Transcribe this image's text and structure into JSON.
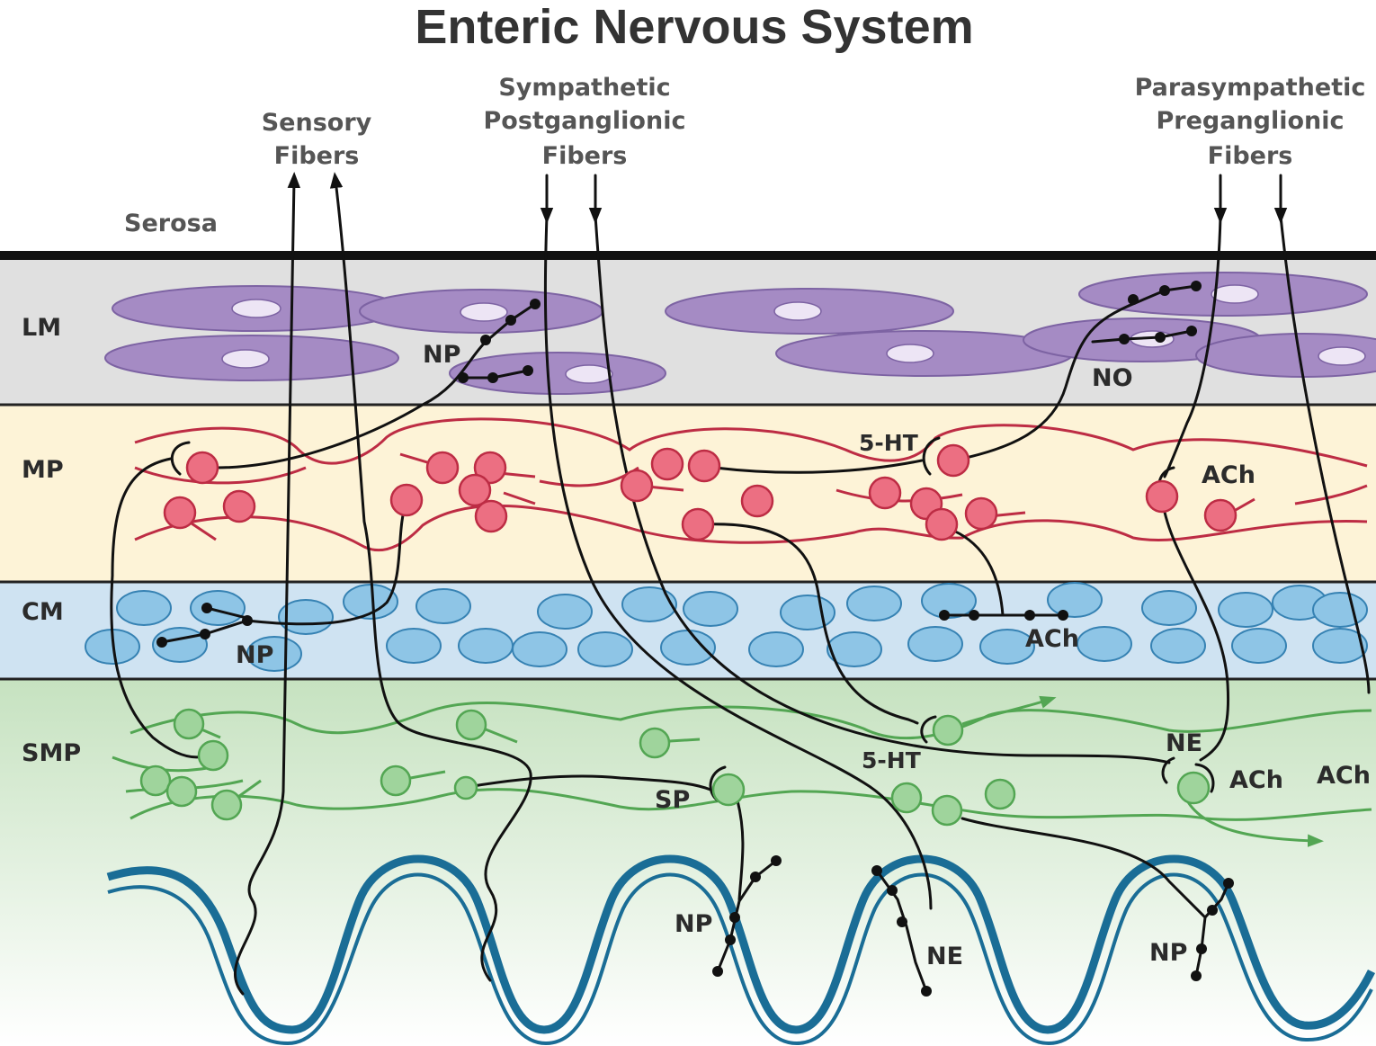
{
  "title": "Enteric Nervous System",
  "inputs": {
    "sensory": [
      "Sensory",
      "Fibers"
    ],
    "sympathetic": [
      "Sympathetic",
      "Postganglionic",
      "Fibers"
    ],
    "parasympathetic": [
      "Parasympathetic",
      "Preganglionic",
      "Fibers"
    ]
  },
  "layers": {
    "serosa": "Serosa",
    "lm": "LM",
    "mp": "MP",
    "cm": "CM",
    "smp": "SMP"
  },
  "transmitters": {
    "np_lm": "NP",
    "no_lm": "NO",
    "ht_mp": "5-HT",
    "ach_mp": "ACh",
    "np_cm": "NP",
    "ach_cm": "ACh",
    "ne_smp": "NE",
    "ht_smp": "5-HT",
    "sp_smp": "SP",
    "ach_smp_1": "ACh",
    "ach_smp_2": "ACh",
    "np_mucosa_1": "NP",
    "ne_mucosa": "NE",
    "np_mucosa_2": "NP"
  },
  "colors": {
    "lm_band": "#e0e0e0",
    "mp_band": "#fdf3d7",
    "cm_band": "#cfe3f2",
    "smp_band": "#d4e9d0",
    "lm_cell": "#a58bc4",
    "cm_cell": "#8ec5e6",
    "mp_neuron": "#ec6f82",
    "smp_neuron": "#9fd49c",
    "mucosa": "#1a6d96"
  }
}
